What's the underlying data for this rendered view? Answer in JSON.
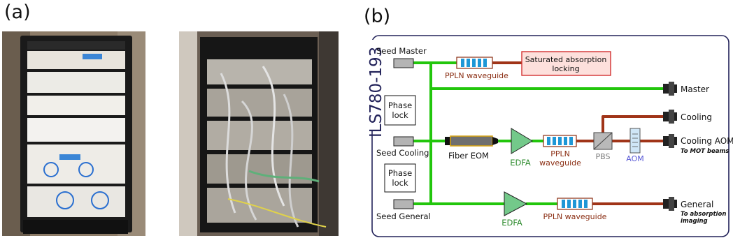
{
  "panels": {
    "a": "(a)",
    "b": "(b)"
  },
  "photos": {
    "front": "",
    "back": ""
  },
  "diagram": {
    "system": "ILS780-193",
    "seeds": {
      "master": "Seed Master",
      "cooling": "Seed Cooling",
      "general": "Seed General"
    },
    "phase_lock": {
      "line1": "Phase",
      "line2": "lock"
    },
    "components": {
      "ppln_top": "PPLN waveguide",
      "sat_abs_line1": "Saturated absorption",
      "sat_abs_line2": "locking",
      "fiber_eom": "Fiber EOM",
      "edfa_mid": "EDFA",
      "ppln_mid_line1": "PPLN",
      "ppln_mid_line2": "waveguide",
      "pbs": "PBS",
      "aom": "AOM",
      "edfa_bottom": "EDFA",
      "ppln_bottom": "PPLN waveguide"
    },
    "outputs": {
      "master": "Master",
      "cooling": "Cooling",
      "cooling_aom": "Cooling AOM",
      "cooling_aom_note": "To MOT beams",
      "general": "General",
      "general_note_line1": "To absorption",
      "general_note_line2": "imaging"
    },
    "colors": {
      "fiber_green": "#22c60c",
      "free_space_brown": "#a03418",
      "component_label": "#8a2d12",
      "edfa_fill": "#73c98a",
      "edfa_label": "#2e8b2e",
      "frame": "#23235a",
      "sat_abs_border": "#d23030",
      "sat_abs_fill": "#fde0dc",
      "ppln_blue": "#1f97d6",
      "aom_label": "#5a5ad6",
      "pbs_label": "#7a7a7a"
    }
  }
}
